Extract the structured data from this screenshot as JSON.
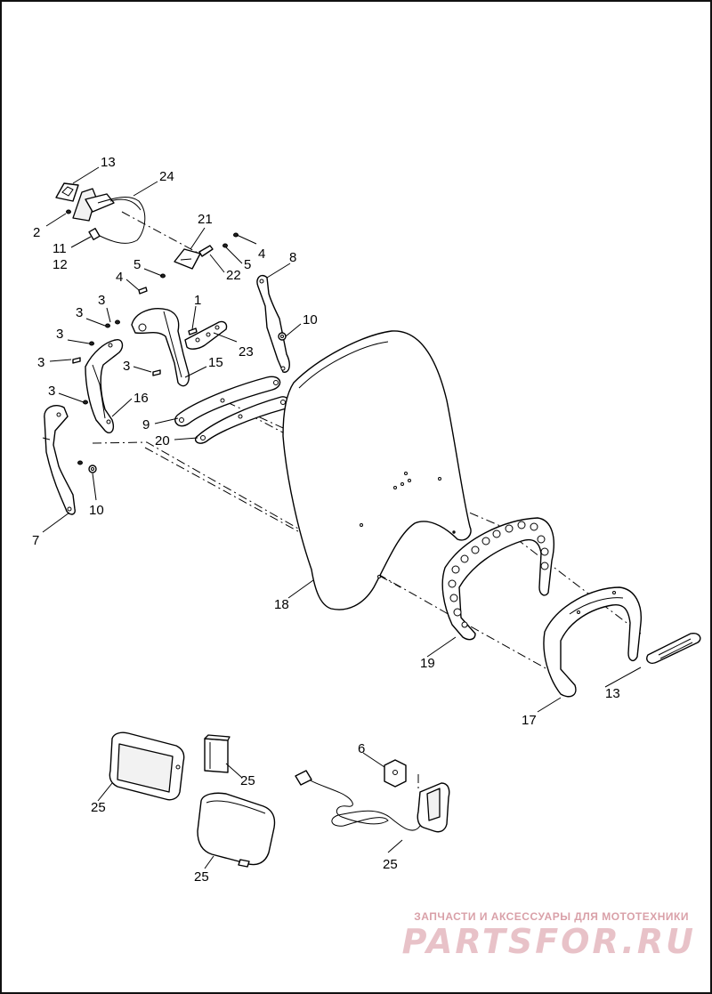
{
  "callouts": {
    "c13a": "13",
    "c24": "24",
    "c2": "2",
    "c11": "11",
    "c12": "12",
    "c21": "21",
    "c4a": "4",
    "c5a": "5",
    "c22": "22",
    "c5b": "5",
    "c4b": "4",
    "c8": "8",
    "c10a": "10",
    "c1": "1",
    "c23": "23",
    "c15": "15",
    "c3a": "3",
    "c3b": "3",
    "c3c": "3",
    "c3d": "3",
    "c3e": "3",
    "c3f": "3",
    "c16": "16",
    "c9": "9",
    "c20": "20",
    "c7": "7",
    "c10b": "10",
    "c18": "18",
    "c19": "19",
    "c13b": "13",
    "c17": "17",
    "c25a": "25",
    "c25b": "25",
    "c25c": "25",
    "c25d": "25",
    "c6": "6"
  },
  "watermark": {
    "caption": "ЗАПЧАСТИ И АКСЕССУАРЫ ДЛЯ МОТОТЕХНИКИ",
    "logo": "PARTSFOR.RU",
    "color": "#e8c2c8"
  }
}
